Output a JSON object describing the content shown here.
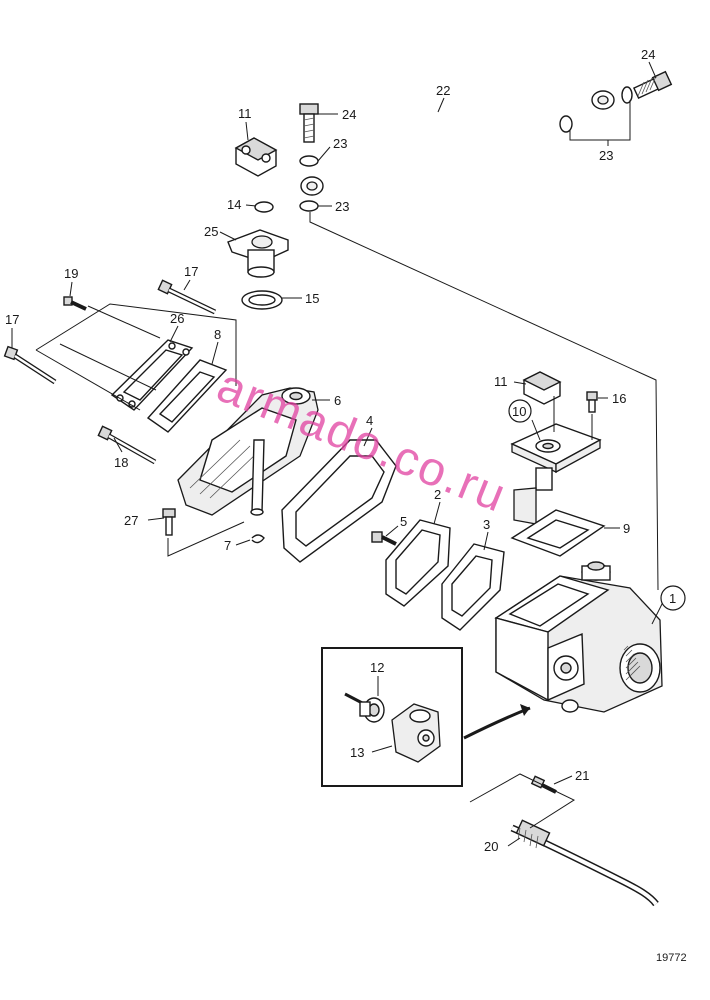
{
  "callouts": {
    "c1": "1",
    "c2": "2",
    "c3": "3",
    "c4": "4",
    "c5": "5",
    "c6": "6",
    "c7": "7",
    "c8": "8",
    "c9": "9",
    "c10": "10",
    "c11a": "11",
    "c11b": "11",
    "c12": "12",
    "c13": "13",
    "c14": "14",
    "c15": "15",
    "c16": "16",
    "c17a": "17",
    "c17b": "17",
    "c18": "18",
    "c19": "19",
    "c20": "20",
    "c21": "21",
    "c22": "22",
    "c23a": "23",
    "c23b": "23",
    "c23c": "23",
    "c24a": "24",
    "c24b": "24",
    "c25": "25",
    "c26": "26",
    "c27": "27"
  },
  "watermark": "armado.co.ru",
  "reference_number": "19772"
}
